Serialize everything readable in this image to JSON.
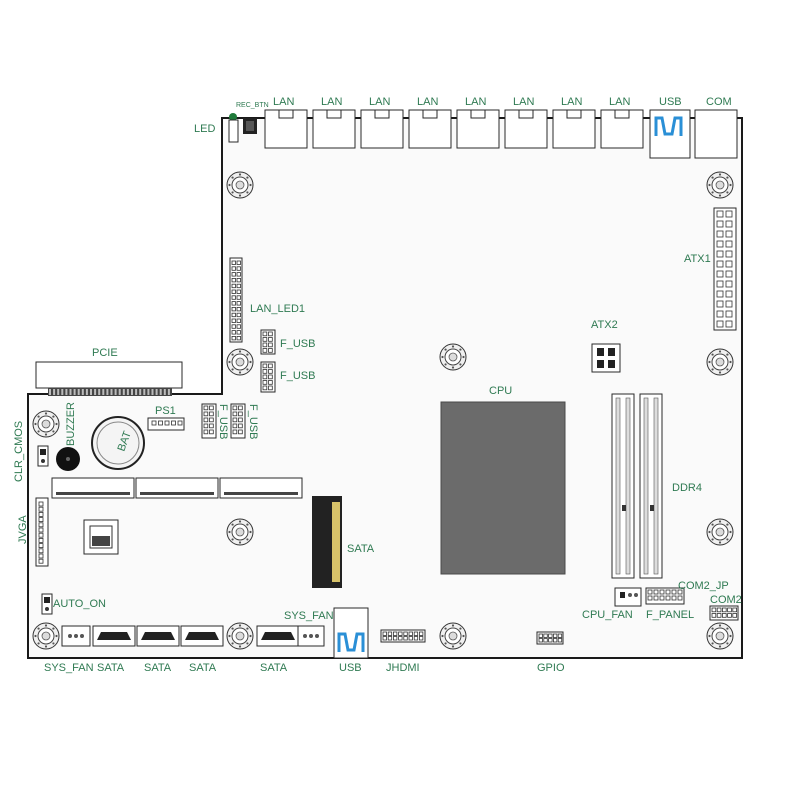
{
  "labels": {
    "rec_btn": "REC_BTN",
    "led": "LED",
    "lan": "LAN",
    "usb": "USB",
    "com": "COM",
    "atx1": "ATX1",
    "atx2": "ATX2",
    "lan_led1": "LAN_LED1",
    "f_usb": "F_USB",
    "pcie": "PCIE",
    "cpu": "CPU",
    "ddr4": "DDR4",
    "ps1": "PS1",
    "buzzer": "BUZZER",
    "clr_cmos": "CLR_CMOS",
    "bat": "BAT",
    "jvga": "JVGA",
    "sata": "SATA",
    "auto_on": "AUTO_ON",
    "sys_fan": "SYS_FAN",
    "jhdmi": "JHDMI",
    "gpio": "GPIO",
    "cpu_fan": "CPU_FAN",
    "f_panel": "F_PANEL",
    "com2_jp": "COM2_JP",
    "com2": "COM2"
  },
  "colors": {
    "label": "#2f7a52",
    "outline": "#1a1a1a",
    "cpu_die": "#6b6b6b",
    "usb_accent": "#2a8fd6",
    "led_green": "#1f7a3a"
  },
  "icons": {
    "mount_hole": "screw-hole-icon",
    "usb_port": "usb-port-icon",
    "lan_port": "rj45-port-icon"
  }
}
